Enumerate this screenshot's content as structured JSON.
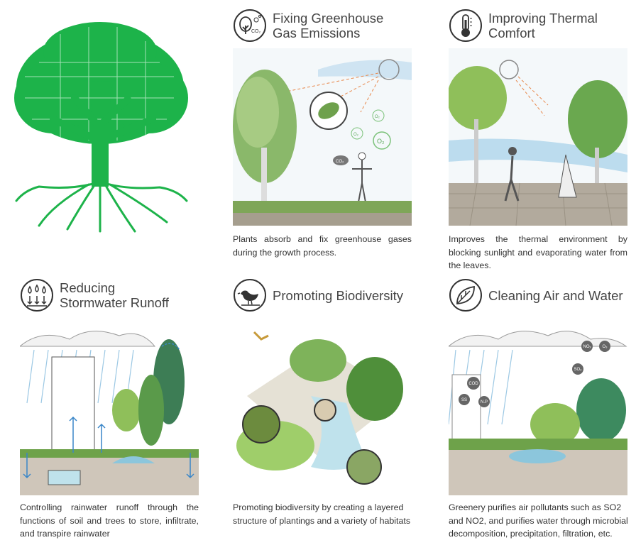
{
  "colors": {
    "tree": "#1db34a",
    "ground": "#c9c2b8",
    "sky": "#dcecf5",
    "leaf_dark": "#4f8f3a",
    "leaf_light": "#9fce6a",
    "water": "#8cc6dc"
  },
  "panels": [
    {
      "id": "ghg",
      "title_lines": [
        "Fixing Greenhouse",
        "Gas Emissions"
      ],
      "icon": "tree-co2-icon",
      "description": "Plants absorb and fix greenhouse gases during the growth process.",
      "labels": {
        "co2_bubble": "CO₂",
        "o2": "O₂",
        "o2_small": "O₂",
        "co2_small": "O₂",
        "icon_co2": "CO₂"
      }
    },
    {
      "id": "thermal",
      "title_lines": [
        "Improving Thermal",
        "Comfort"
      ],
      "icon": "thermometer-icon",
      "description": "Improves the thermal environment by blocking sunlight and evaporating water from the leaves."
    },
    {
      "id": "stormwater",
      "title_lines": [
        "Reducing",
        "Stormwater Runoff"
      ],
      "icon": "raindrops-icon",
      "description": "Controlling rainwater runoff through the functions of soil and trees to store, infiltrate, and transpire rainwater"
    },
    {
      "id": "biodiversity",
      "title_lines": [
        "Promoting Biodiversity"
      ],
      "icon": "bird-icon",
      "description": "Promoting biodiversity by creating a layered structure of plantings and a variety of habitats"
    },
    {
      "id": "cleaning",
      "title_lines": [
        "Cleaning Air and Water"
      ],
      "icon": "leaf-icon",
      "description": "Greenery purifies air pollutants such as SO2 and NO2, and purifies water through microbial decomposition, precipitation, filtration, etc.",
      "labels": {
        "cod": "COD",
        "ss": "SS",
        "np": "N.P",
        "so2": "SO₂",
        "nox": "NOₓ",
        "o3": "O₃"
      }
    }
  ]
}
